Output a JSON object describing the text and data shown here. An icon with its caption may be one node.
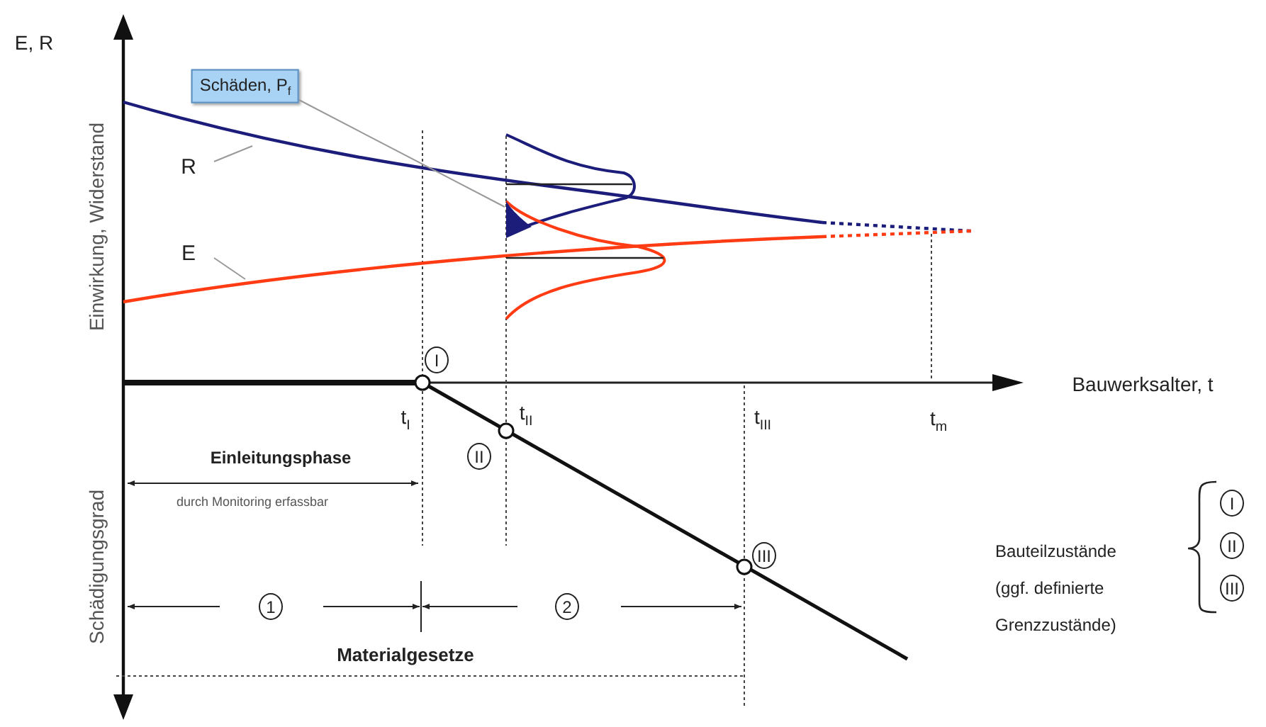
{
  "diagram": {
    "nodes": [
      {
        "text": [
          "Schäden, P$_{f}$"
        ]
      },
      {
        "text": [
          "R"
        ]
      },
      {
        "text": [
          "E"
        ]
      },
      {
        "text": [],
        "shape": "triangle"
      }
    ],
    "edges": [
      {
        "from": 0,
        "to": 3,
        "arrow": "none"
      },
      {
        "from": 1,
        "to": null,
        "arrow": "none"
      },
      {
        "from": 2,
        "to": null,
        "arrow": "none"
      }
    ],
    "labels": [
      "E, R",
      "Einwirkung, Widerstand",
      "Schädigungsgrad",
      "Bauwerksalter, t",
      "I",
      "t$_{I}$",
      "t$_{II}$",
      "II",
      "t$_{III}$",
      "t$_{m}$",
      "Einleitungsphase",
      "durch Monitoring erfassbar",
      "III",
      "1",
      "2",
      "Materialgesetze",
      "Bauteilzustände (ggf. definierte Grenzzustände)",
      "I",
      "II",
      "III"
    ]
  }
}
